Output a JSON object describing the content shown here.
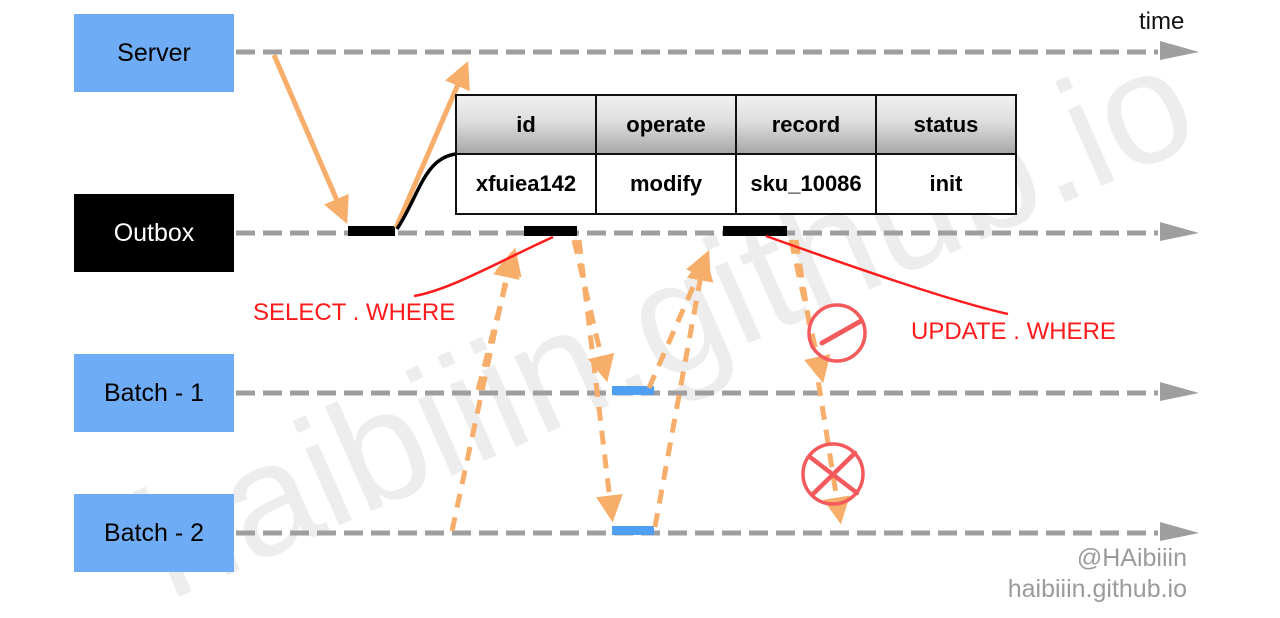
{
  "watermark": {
    "text": "haibiiin.github.io"
  },
  "timeline": {
    "time_label": "time"
  },
  "lifelines": [
    {
      "label": "Server",
      "variant": "blue"
    },
    {
      "label": "Outbox",
      "variant": "black"
    },
    {
      "label": "Batch - 1",
      "variant": "blue"
    },
    {
      "label": "Batch - 2",
      "variant": "blue"
    }
  ],
  "table": {
    "headers": [
      "id",
      "operate",
      "record",
      "status"
    ],
    "rows": [
      [
        "xfuiea142",
        "modify",
        "sku_10086",
        "init"
      ]
    ]
  },
  "annotations": {
    "select": "SELECT . WHERE",
    "update": "UPDATE . WHERE"
  },
  "icons": {
    "blocked": "no-entry-circle-slash-icon",
    "failed": "circle-cross-icon",
    "timeline_head": "right-triangle-arrowhead"
  },
  "attribution": {
    "handle": "@HAibiiin",
    "site": "haibiiin.github.io"
  },
  "colors": {
    "lifeline_blue": "#6EACF5",
    "outbox_black": "#000000",
    "timeline_gray": "#9E9E9E",
    "arrow_orange": "#F7AE6B",
    "annotation_red": "#FF1B1B",
    "icon_red": "#F4595C",
    "result_bar_blue": "#4FA0F4",
    "attribution_gray": "#9B9B9B"
  }
}
